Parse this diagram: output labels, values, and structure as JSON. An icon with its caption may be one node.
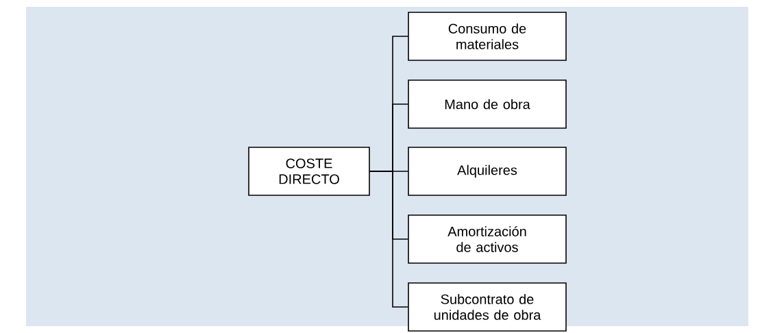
{
  "diagram": {
    "nodes": [
      {
        "text": [
          "COSTE DIRECTO"
        ]
      },
      {
        "text": [
          "Consumo de materiales"
        ]
      },
      {
        "text": [
          "Mano de obra"
        ]
      },
      {
        "text": [
          "Alquileres"
        ]
      },
      {
        "text": [
          "Amortización de activos"
        ]
      },
      {
        "text": [
          "Subcontrato de unidades de obra"
        ]
      }
    ],
    "edges": [
      {
        "from": 0,
        "to": 1,
        "arrow": "none"
      },
      {
        "from": 0,
        "to": 2,
        "arrow": "none"
      },
      {
        "from": 0,
        "to": 3,
        "arrow": "none"
      },
      {
        "from": 0,
        "to": 4,
        "arrow": "none"
      },
      {
        "from": 0,
        "to": 5,
        "arrow": "none"
      }
    ]
  }
}
